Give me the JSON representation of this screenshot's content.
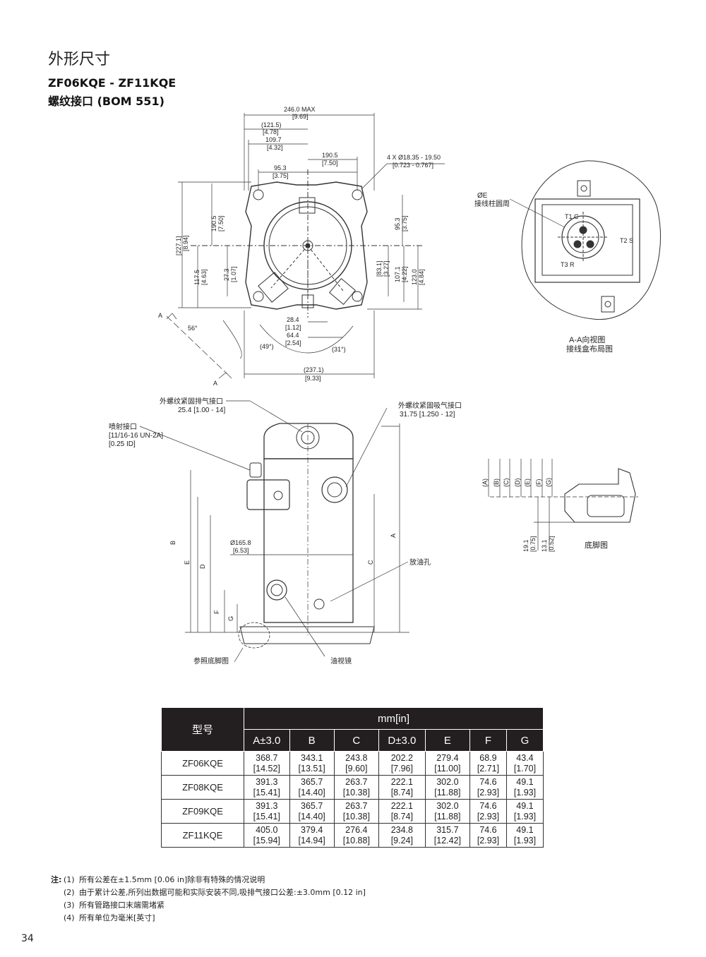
{
  "header": {
    "title": "外形尺寸",
    "model_range": "ZF06KQE - ZF11KQE",
    "connection": "螺纹接口 (BOM 551)"
  },
  "top_view": {
    "width_max": "246.0 MAX",
    "width_max_in": "[9.69]",
    "d121": "(121.5)",
    "d121_in": "[4.78]",
    "d109": "109.7",
    "d109_in": "[4.32]",
    "d190h": "190.5",
    "d190h_in": "[7.50]",
    "d95h": "95.3",
    "d95h_in": "[3.75]",
    "holes": "4 X Ø18.35 - 19.50",
    "holes_in": "[0.723 - 0.767]",
    "left_dims": [
      "[227.1]",
      "[8.94]",
      "190.5",
      "[7.50]",
      "117.5",
      "[4.63]",
      "27.3",
      "[1.07]"
    ],
    "right_dims": [
      "95.3",
      "[3.75]",
      "[83.1]",
      "[3.27]",
      "107.1",
      "[4.22]",
      "123.0",
      "[4.84]"
    ],
    "d28": "28.4",
    "d28_in": "[1.12]",
    "d64": "64.4",
    "d64_in": "[2.54]",
    "ang49": "(49°)",
    "ang31": "(31°)",
    "ang56": "56°",
    "d237": "(237.1)",
    "d237_in": "[9.33]",
    "section_a": "A"
  },
  "aa_view": {
    "phi_e": "ØE",
    "terminal_circle": "接线柱圆周",
    "t1": "T1 C",
    "t2": "T2 S",
    "t3": "T3 R",
    "caption1": "A-A向视图",
    "caption2": "接线盒布局图"
  },
  "side_view": {
    "discharge_label": "外螺纹紧固排气接口",
    "discharge_size": "25.4 [1.00 - 14]",
    "suction_label": "外螺纹紧固吸气接口",
    "suction_size": "31.75 [1.250 - 12]",
    "injection_label": "喷射接口",
    "injection_size1": "[11/16-16 UN-2A]",
    "injection_size2": "[0.25 ID]",
    "diameter": "Ø165.8",
    "diameter_in": "[6.53]",
    "oil_drain": "放油孔",
    "sight_glass": "油视镜",
    "foot_ref": "参照底脚图",
    "letters": [
      "B",
      "E",
      "D",
      "F",
      "G",
      "C",
      "A"
    ]
  },
  "foot_view": {
    "letters": [
      "(A)",
      "(B)",
      "(C)",
      "(D)",
      "(E)",
      "(F)",
      "(G)"
    ],
    "d191": "19.1",
    "d191_in": "[0.75]",
    "d131": "13.1",
    "d131_in": "[0.52]",
    "caption": "底脚图"
  },
  "table": {
    "model_header": "型号",
    "unit_header": "mm[in]",
    "columns": [
      "A±3.0",
      "B",
      "C",
      "D±3.0",
      "E",
      "F",
      "G"
    ],
    "rows": [
      {
        "model": "ZF06KQE",
        "cells": [
          [
            "368.7",
            "[14.52]"
          ],
          [
            "343.1",
            "[13.51]"
          ],
          [
            "243.8",
            "[9.60]"
          ],
          [
            "202.2",
            "[7.96]"
          ],
          [
            "279.4",
            "[11.00]"
          ],
          [
            "68.9",
            "[2.71]"
          ],
          [
            "43.4",
            "[1.70]"
          ]
        ]
      },
      {
        "model": "ZF08KQE",
        "cells": [
          [
            "391.3",
            "[15.41]"
          ],
          [
            "365.7",
            "[14.40]"
          ],
          [
            "263.7",
            "[10.38]"
          ],
          [
            "222.1",
            "[8.74]"
          ],
          [
            "302.0",
            "[11.88]"
          ],
          [
            "74.6",
            "[2.93]"
          ],
          [
            "49.1",
            "[1.93]"
          ]
        ]
      },
      {
        "model": "ZF09KQE",
        "cells": [
          [
            "391.3",
            "[15.41]"
          ],
          [
            "365.7",
            "[14.40]"
          ],
          [
            "263.7",
            "[10.38]"
          ],
          [
            "222.1",
            "[8.74]"
          ],
          [
            "302.0",
            "[11.88]"
          ],
          [
            "74.6",
            "[2.93]"
          ],
          [
            "49.1",
            "[1.93]"
          ]
        ]
      },
      {
        "model": "ZF11KQE",
        "cells": [
          [
            "405.0",
            "[15.94]"
          ],
          [
            "379.4",
            "[14.94]"
          ],
          [
            "276.4",
            "[10.88]"
          ],
          [
            "234.8",
            "[9.24]"
          ],
          [
            "315.7",
            "[12.42]"
          ],
          [
            "74.6",
            "[2.93]"
          ],
          [
            "49.1",
            "[1.93]"
          ]
        ]
      }
    ]
  },
  "notes": {
    "lead": "注:",
    "items": [
      {
        "num": "(1)",
        "text": "所有公差在±1.5mm [0.06 in]除非有特殊的情况说明"
      },
      {
        "num": "(2)",
        "text": "由于累计公差,所列出数据可能和实际安装不同,吸排气接口公差:±3.0mm [0.12 in]"
      },
      {
        "num": "(3)",
        "text": "所有管路接口末端需堵紧"
      },
      {
        "num": "(4)",
        "text": "所有单位为毫米[英寸]"
      }
    ]
  },
  "page_number": "34"
}
